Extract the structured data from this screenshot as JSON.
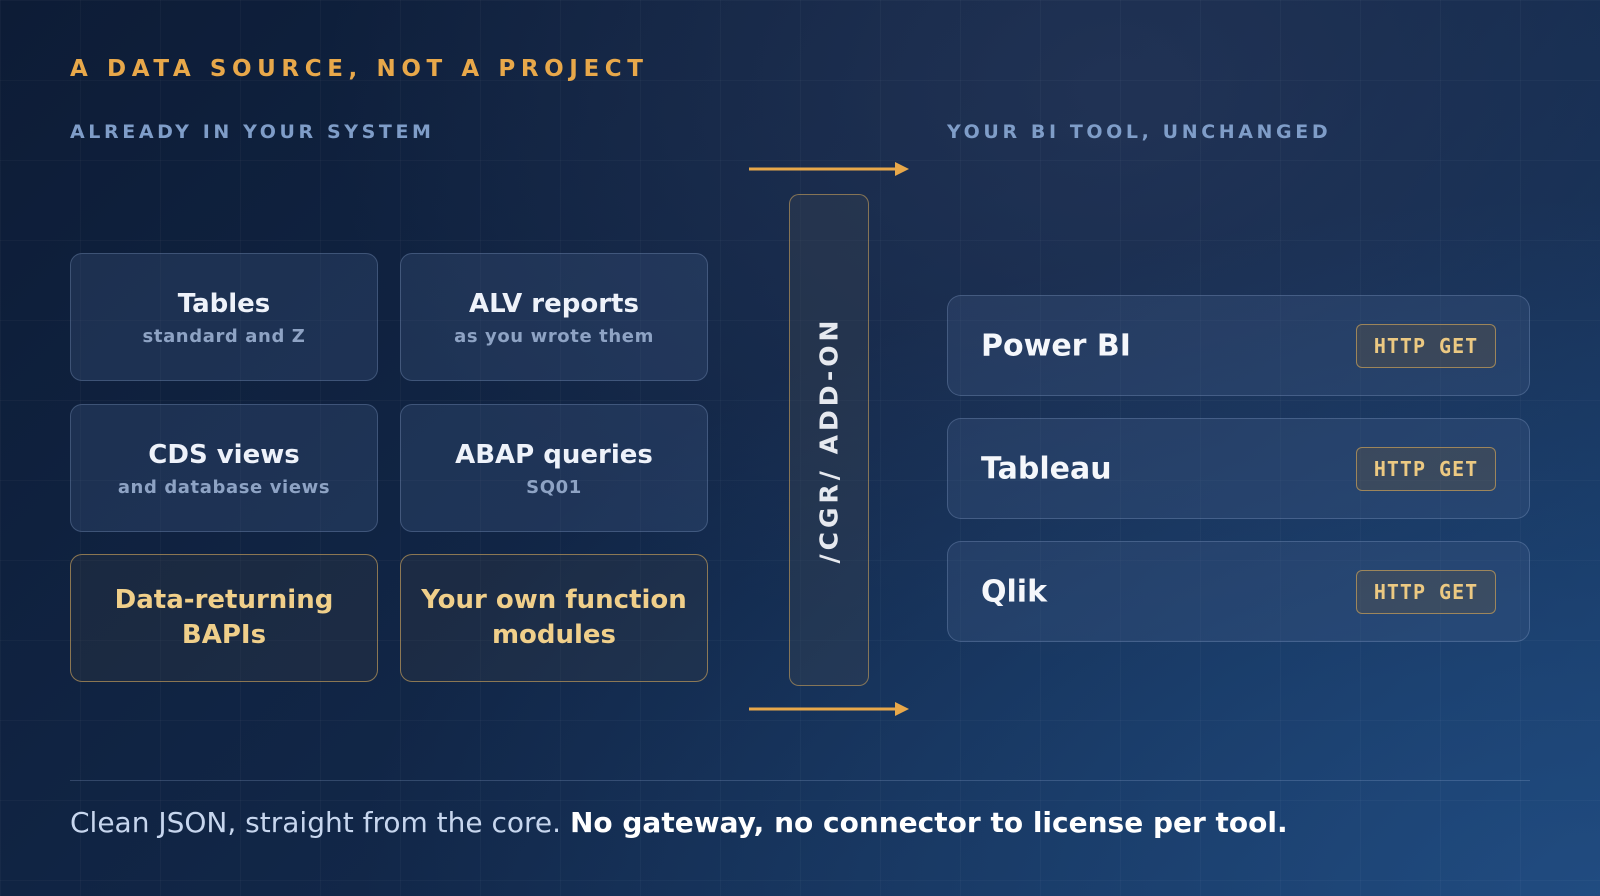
{
  "kicker": "A DATA SOURCE, NOT A PROJECT",
  "left_title": "ALREADY IN YOUR SYSTEM",
  "right_title": "YOUR BI TOOL, UNCHANGED",
  "sources": [
    {
      "title": "Tables",
      "subtitle": "standard and Z"
    },
    {
      "title": "ALV reports",
      "subtitle": "as you wrote them"
    },
    {
      "title": "CDS views",
      "subtitle": "and database views"
    },
    {
      "title": "ABAP queries",
      "subtitle": "SQ01"
    },
    {
      "title_line1": "Data-returning",
      "title_line2": "BAPIs"
    },
    {
      "title_line1": "Your own function",
      "title_line2": "modules"
    }
  ],
  "addon_label": "/CGR/ ADD-ON",
  "tools": [
    {
      "name": "Power BI",
      "badge": "HTTP GET"
    },
    {
      "name": "Tableau",
      "badge": "HTTP GET"
    },
    {
      "name": "Qlik",
      "badge": "HTTP GET"
    }
  ],
  "footer": {
    "plain": "Clean JSON, straight from the core.",
    "bold": "No gateway, no connector to license per tool."
  },
  "colors": {
    "accent": "#e8a84a",
    "background": "#12284a",
    "muted_label": "#7f9dc8"
  }
}
